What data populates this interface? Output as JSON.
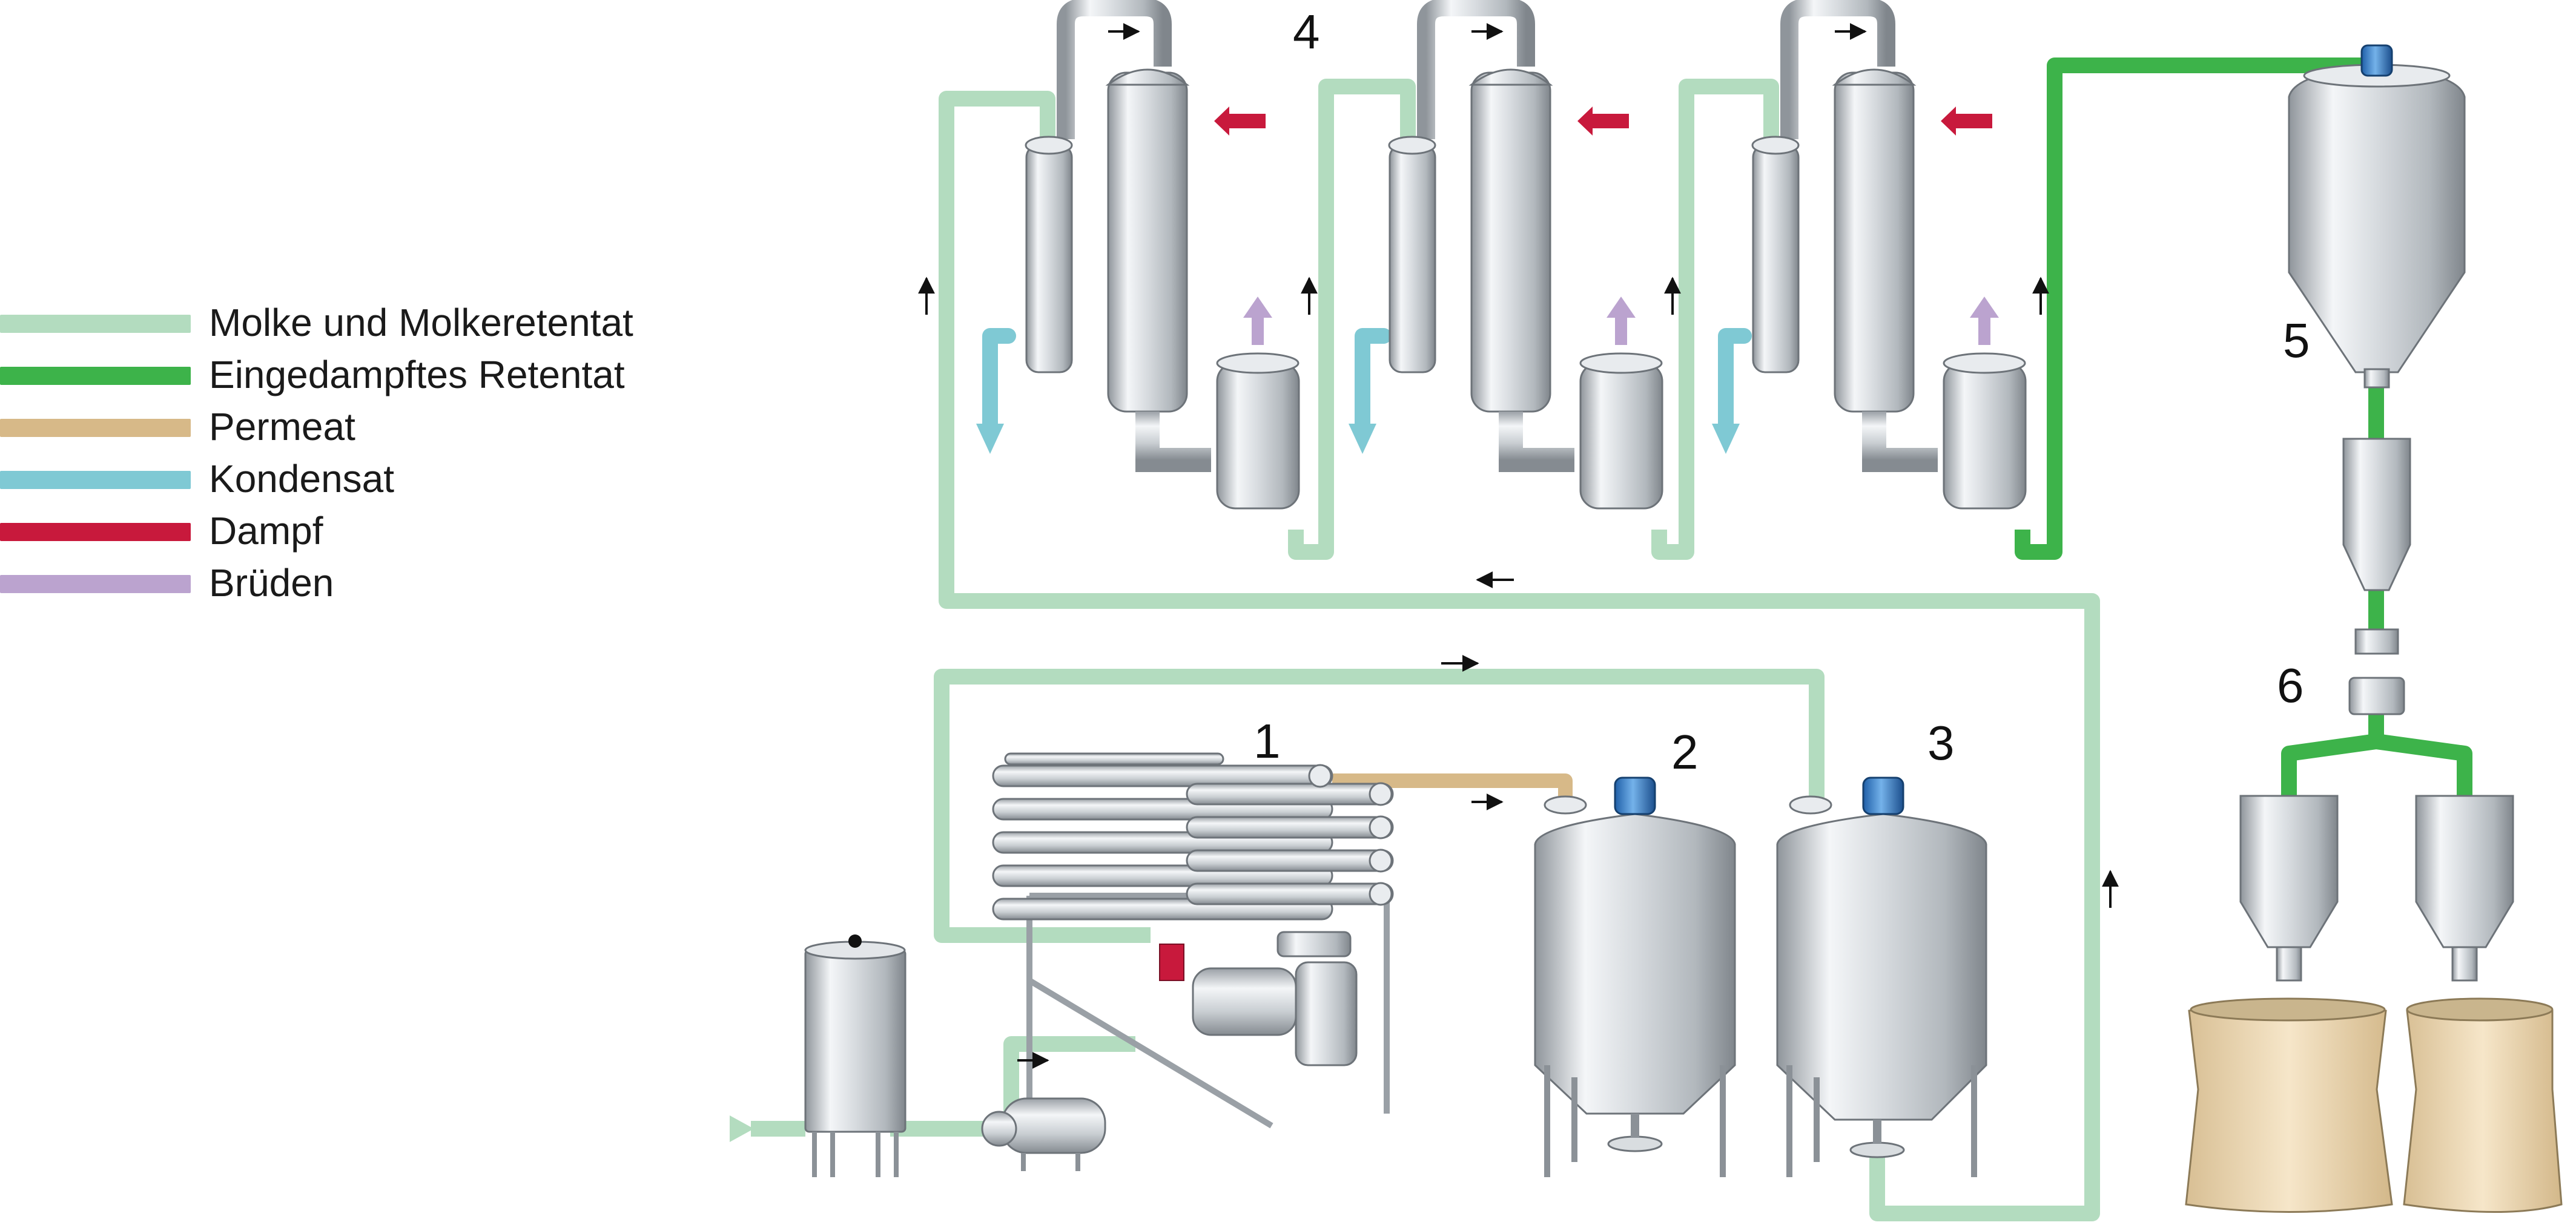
{
  "legend": {
    "items": [
      {
        "label": "Molke und Molkeretentat",
        "color": "#b3dcbf"
      },
      {
        "label": "Eingedampftes Retentat",
        "color": "#3db34a"
      },
      {
        "label": "Permeat",
        "color": "#d7b988"
      },
      {
        "label": "Kondensat",
        "color": "#7fc9d4"
      },
      {
        "label": "Dampf",
        "color": "#c8193c"
      },
      {
        "label": "Brüden",
        "color": "#bba3cf"
      }
    ]
  },
  "callouts": {
    "n1": "1",
    "n2": "2",
    "n3": "3",
    "n4": "4",
    "n5": "5",
    "n6": "6"
  }
}
